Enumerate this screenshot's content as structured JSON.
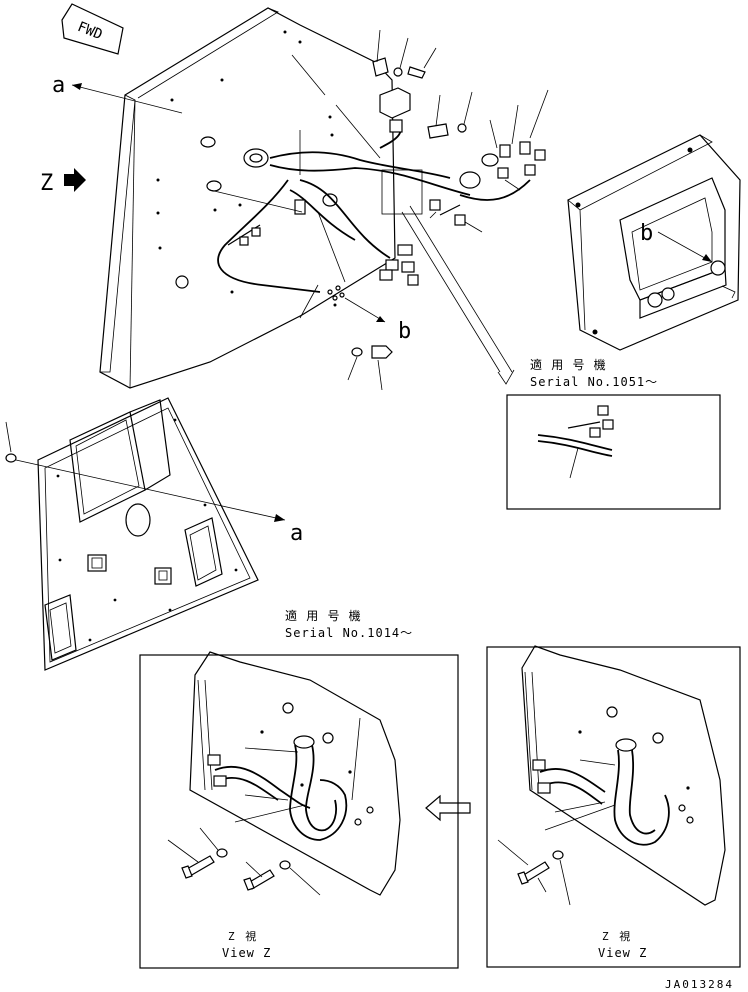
{
  "labels": {
    "fwd": "FWD",
    "view_z_arrow": "Z",
    "ref_a_top": "a",
    "ref_a_bottom": "a",
    "ref_b_main": "b",
    "ref_b_box": "b"
  },
  "serial_1051": {
    "title": "適 用 号 機",
    "serial": "Serial No.1051～"
  },
  "serial_1014": {
    "title": "適 用 号 機",
    "serial": "Serial No.1014～"
  },
  "view_left": {
    "jp": "Z  視",
    "en": "View Z"
  },
  "view_right": {
    "jp": "Z  視",
    "en": "View Z"
  },
  "drawing_code": "JA013284"
}
